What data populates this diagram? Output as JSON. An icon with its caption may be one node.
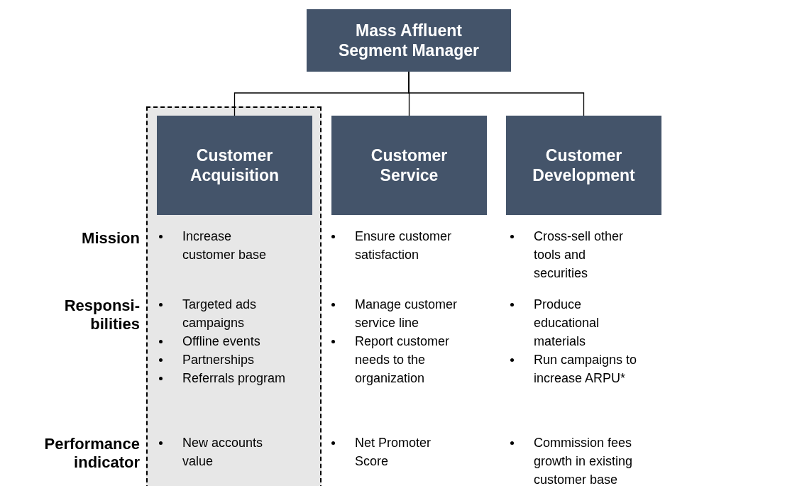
{
  "diagram": {
    "nodes": [
      {
        "text": [
          "Mass Affluent Segment Manager"
        ]
      },
      {
        "text": [],
        "shape": "box"
      },
      {
        "text": [
          "Customer Acquisition"
        ],
        "in": 1
      },
      {
        "text": [
          "Customer Service"
        ]
      },
      {
        "text": [
          "Customer Development"
        ]
      }
    ],
    "edges": [
      {
        "from": 0,
        "to": 2,
        "arrow": "none"
      },
      {
        "from": 0,
        "to": 3,
        "arrow": "none"
      },
      {
        "from": 0,
        "to": 4,
        "arrow": "none"
      }
    ],
    "labels": [
      "Mission",
      "Increase customer base",
      "Ensure customer satisfaction",
      "Cross-sell other tools and securities",
      "Responsi- bilities",
      "Targeted ads campaigns",
      "Offline events",
      "Partnerships",
      "Referrals program",
      "Manage customer service line",
      "Report customer needs to the organization",
      "Produce educational materials",
      "Run campaigns to increase ARPU*",
      "Performance indicator",
      "New accounts value",
      "Net Promoter Score",
      "Commission fees growth in existing customer base"
    ]
  }
}
